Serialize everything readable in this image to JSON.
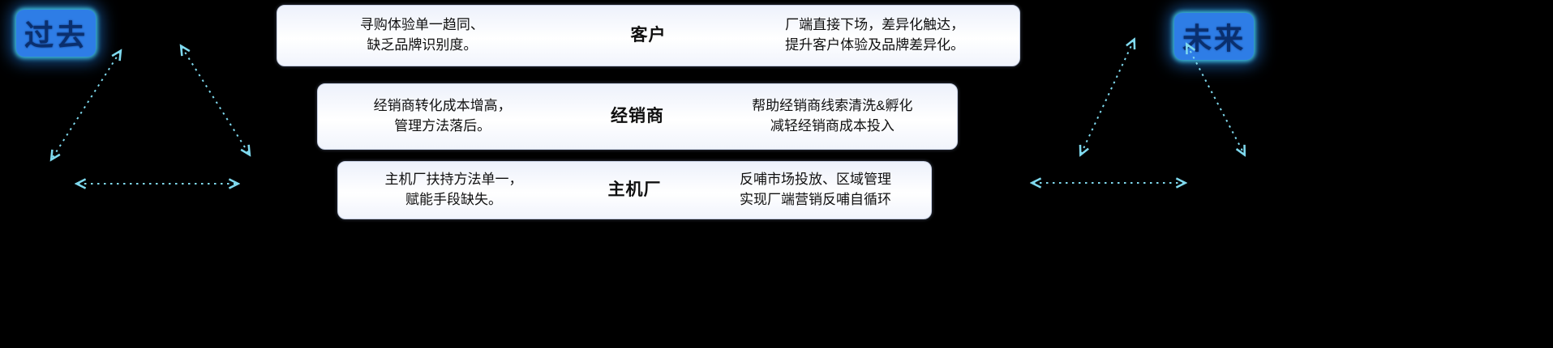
{
  "past_label": "过去",
  "future_label": "未来",
  "rows": [
    {
      "name": "customer",
      "left": "寻购体验单一趋同、\n缺乏品牌识别度。",
      "center": "客户",
      "right": "厂端直接下场，差异化触达，\n提升客户体验及品牌差异化。"
    },
    {
      "name": "dealer",
      "left": "经销商转化成本增高，\n管理方法落后。",
      "center": "经销商",
      "right": "帮助经销商线索清洗&孵化\n减轻经销商成本投入"
    },
    {
      "name": "oem",
      "left": "主机厂扶持方法单一，\n赋能手段缺失。",
      "center": "主机厂",
      "right": "反哺市场投放、区域管理\n实现厂端营销反哺自循环"
    }
  ],
  "icons": {
    "past_triangle": "dashed-double-arrow-triangle",
    "future_triangle": "dashed-double-arrow-triangle"
  },
  "colors": {
    "background": "#000000",
    "arrow": "#7fd9ee",
    "label_background": "#2e7de6",
    "label_text": "#0a2f6e",
    "label_glow": "#45d8f5",
    "box_background": "#f5f8ff",
    "box_border": "#c9d2e6",
    "box_text": "#101010"
  }
}
